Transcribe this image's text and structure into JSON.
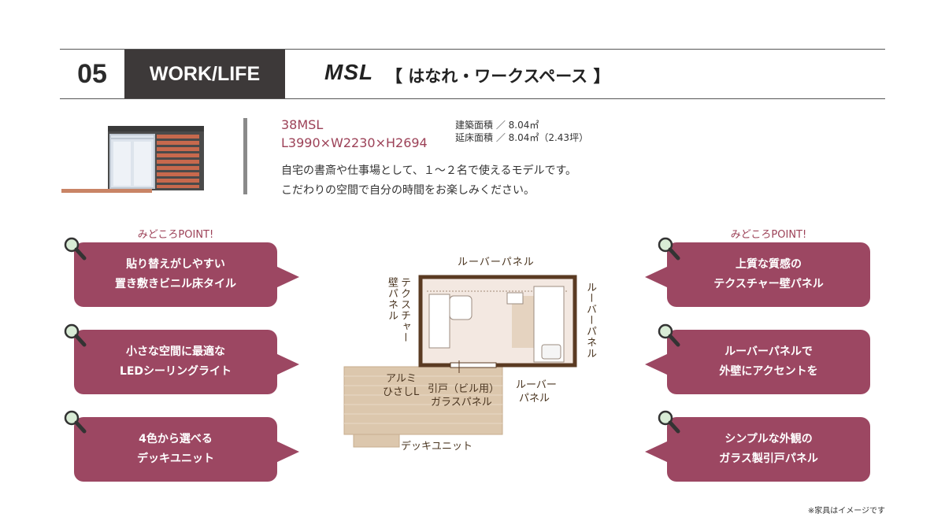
{
  "header": {
    "number": "05",
    "category": "WORK/LIFE",
    "model": "MSL",
    "subtitle": "【 はなれ・ワークスペース 】"
  },
  "product": {
    "code": "38MSL",
    "dimensions": "L3990×W2230×H2694",
    "building_area": "建築面積 ／ 8.04㎡",
    "floor_area": "延床面積 ／ 8.04㎡（2.43坪）",
    "description_1": "自宅の書斎や仕事場として、１～２名で使えるモデルです。",
    "description_2": "こだわりの空間で自分の時間をお楽しみください。"
  },
  "points_label": "みどころPOINT!",
  "points_left": [
    {
      "line1": "貼り替えがしやすい",
      "line2": "置き敷きビニル床タイル"
    },
    {
      "line1": "小さな空間に最適な",
      "line2": "LEDシーリングライト"
    },
    {
      "line1": "4色から選べる",
      "line2": "デッキユニット"
    }
  ],
  "points_right": [
    {
      "line1": "上質な質感の",
      "line2": "テクスチャー壁パネル"
    },
    {
      "line1": "ルーバーパネルで",
      "line2": "外壁にアクセントを"
    },
    {
      "line1": "シンプルな外観の",
      "line2": "ガラス製引戸パネル"
    }
  ],
  "plan": {
    "louver_top": "ルーバーパネル",
    "louver_right": "ルーバーパネル",
    "texture_wall_col1": "テクスチャー",
    "texture_wall_col2": "壁パネル",
    "aluminum_eave_1": "アルミ",
    "aluminum_eave_2": "ひさしL",
    "sliding_door_1": "引戸（ビル用）",
    "sliding_door_2": "ガラスパネル",
    "louver_bottom_1": "ルーバー",
    "louver_bottom_2": "パネル",
    "deck_unit": "デッキユニット"
  },
  "note": "※家具はイメージです",
  "colors": {
    "accent": "#9c4762",
    "header_dark": "#3d3939",
    "deck": "#dcc7ad",
    "wall": "#5a3a22"
  }
}
